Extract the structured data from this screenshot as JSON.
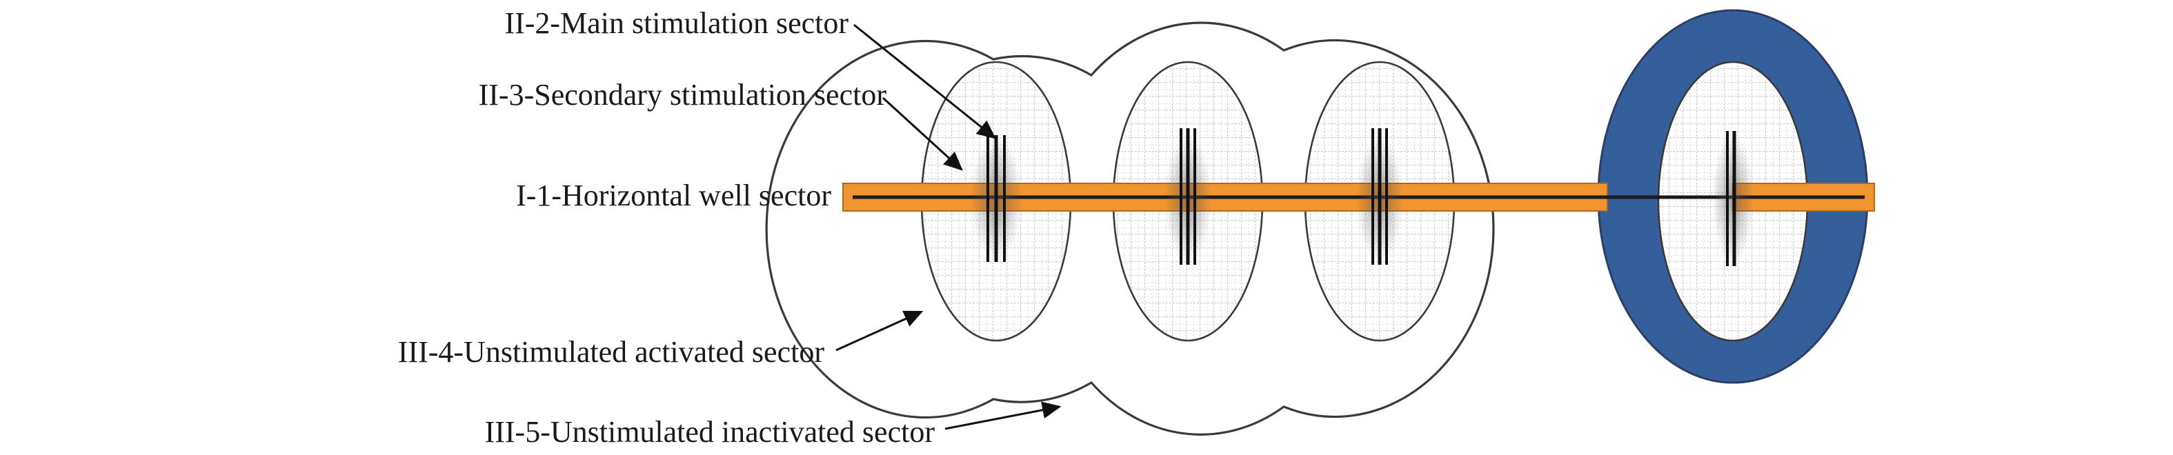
{
  "labels": {
    "main_stimulation": "II-2-Main stimulation sector",
    "secondary_stimulation": "II-3-Secondary stimulation sector",
    "horizontal_well": "I-1-Horizontal well sector",
    "unstimulated_activated": "III-4-Unstimulated activated sector",
    "unstimulated_inactivated": "III-5-Unstimulated inactivated sector"
  },
  "colors": {
    "outline": "#3a3a3a",
    "well_fill": "#f0952f",
    "well_core": "#1a1a1a",
    "inactivated_ring": "#345f9b",
    "grid": "#9a9a9a",
    "fracture": "#111111"
  },
  "stimulated_units": 3,
  "inactivated_units": 1
}
